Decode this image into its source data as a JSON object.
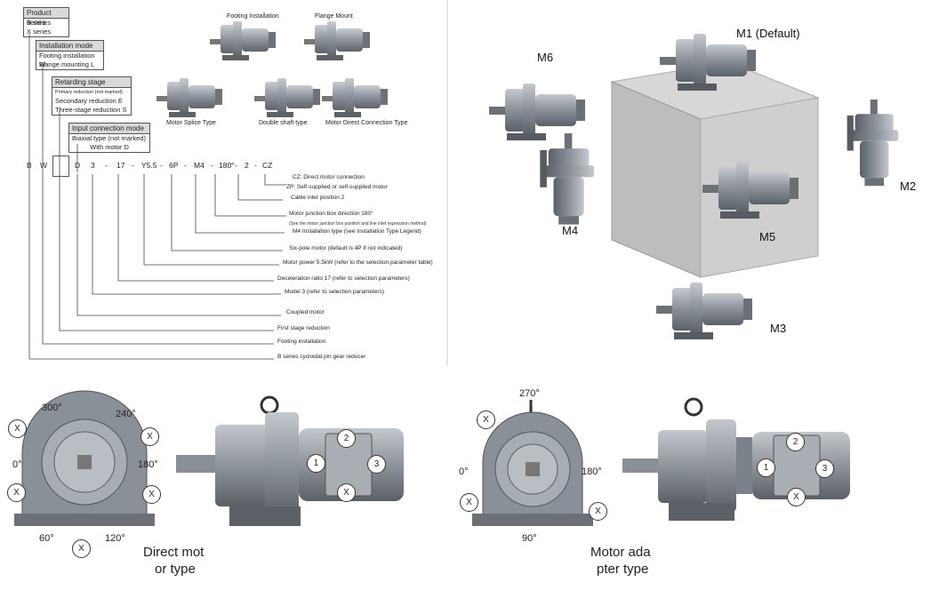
{
  "legend": {
    "series_box": {
      "title": "Product series",
      "rows": [
        "B series",
        "X series"
      ]
    },
    "mode_box": {
      "title": "Installation mode",
      "rows": [
        "Footing installation  W",
        "Flange mounting  L"
      ]
    },
    "stage_box": {
      "title": "Retarding stage",
      "rows": [
        "Primary reduction (not marked)",
        "Secondary reduction  E",
        "Three-stage reduction  S"
      ]
    },
    "input_box": {
      "title": "Input connection mode",
      "rows": [
        "Biaxial type (not marked)",
        "With motor D"
      ]
    }
  },
  "product_photos": {
    "footing": "Footing Installation",
    "flange": "Flange Mount",
    "splice": "Motor Splice Type",
    "double": "Double shaft type",
    "direct": "Motor Direct Connection Type"
  },
  "model_code": [
    "B",
    "W",
    "D",
    "3",
    "-",
    "17",
    "-",
    "Y5.5",
    "-",
    "6P",
    "-",
    "M4",
    "-",
    "180°",
    "-",
    "2",
    "-",
    "CZ"
  ],
  "explanations": {
    "cz1": "CZ: Direct motor connection",
    "cz2": "ZP: Self-supplied or self-supplied motor",
    "inlet": "Cable inlet position 2",
    "junction": "Motor junction box direction 180°",
    "junction_note": "(See the motor junction box position and line inlet expression method)",
    "install": "M4 Installation type (see Installation Type Legend)",
    "sixpole": "Six-pole motor (default is 4P if not indicated)",
    "power": "Motor power 5.5kW (refer to the selection parameter table)",
    "ratio": "Deceleration ratio 17 (refer to selection parameters)",
    "model": "Model 3 (refer to selection parameters)",
    "coupled": "Coupled motor",
    "first": "First stage reduction",
    "footing": "Footing installation",
    "series": "B series cycloidal pin gear reducer"
  },
  "mount_positions": {
    "m1": "M1 (Default)",
    "m2": "M2",
    "m3": "M3",
    "m4": "M4",
    "m5": "M5",
    "m6": "M6"
  },
  "direct_type": {
    "angles": {
      "a300": "300°",
      "a240": "240°",
      "a0": "0°",
      "a180": "180°",
      "a60": "60°",
      "a120": "120°"
    },
    "marker": "X",
    "inlets": {
      "n1": "1",
      "n2": "2",
      "n3": "3"
    },
    "caption1": "Direct mot",
    "caption2": "or type"
  },
  "adapter_type": {
    "angles": {
      "a270": "270°",
      "a0": "0°",
      "a180": "180°",
      "a90": "90°"
    },
    "marker": "X",
    "inlets": {
      "n1": "1",
      "n2": "2",
      "n3": "3"
    },
    "caption1": "Motor ada",
    "caption2": "pter type"
  },
  "colors": {
    "metal": "#8e949b",
    "metal_dark": "#5c6168",
    "metal_light": "#c3c8ce",
    "cube": "#c8c8c8",
    "cube_dark": "#9a9a9a"
  }
}
